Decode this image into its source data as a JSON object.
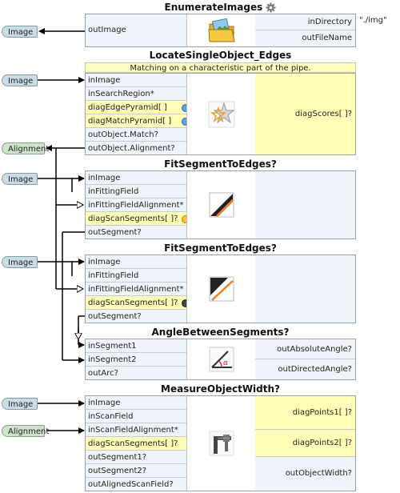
{
  "blocks": {
    "enumerate": {
      "title": "EnumerateImages",
      "inputs": [
        "outImage"
      ],
      "outputs": [
        "inDirectory",
        "outFileName"
      ],
      "literal": "\"./img\"",
      "icon": "folder-image-icon"
    },
    "locate": {
      "title": "LocateSingleObject_Edges",
      "comment": "Matching on a characteristic part of the pipe.",
      "inputs": [
        "inImage",
        "inSearchRegion*",
        "diagEdgePyramid[ ]",
        "diagMatchPyramid[ ]",
        "outObject.Match?",
        "outObject.Alignment?"
      ],
      "outputs": [
        "diagScores[ ]?"
      ],
      "icon": "star-match-icon"
    },
    "fit1": {
      "title": "FitSegmentToEdges?",
      "inputs": [
        "inImage",
        "inFittingField",
        "inFittingFieldAlignment*",
        "diagScanSegments[ ]?",
        "outSegment?"
      ],
      "icon": "fit-segment-icon"
    },
    "fit2": {
      "title": "FitSegmentToEdges?",
      "inputs": [
        "inImage",
        "inFittingField",
        "inFittingFieldAlignment*",
        "diagScanSegments[ ]?",
        "outSegment?"
      ],
      "icon": "fit-segment-icon"
    },
    "angle": {
      "title": "AngleBetweenSegments?",
      "inputs": [
        "inSegment1",
        "inSegment2",
        "outArc?"
      ],
      "outputs": [
        "outAbsoluteAngle?",
        "outDirectedAngle?"
      ],
      "icon": "angle-icon"
    },
    "measure": {
      "title": "MeasureObjectWidth?",
      "inputs": [
        "inImage",
        "inScanField",
        "inScanFieldAlignment*",
        "diagScanSegments[ ]?",
        "outSegment1?",
        "outSegment2?",
        "outAlignedScanField?"
      ],
      "outputs": [
        "diagPoints1[ ]?",
        "diagPoints2[ ]?",
        "outObjectWidth?"
      ],
      "icon": "caliper-icon"
    }
  },
  "tags": {
    "image": "Image",
    "alignment": "Alignment"
  },
  "colors": {
    "port_bg": "#eef4f9",
    "diag_bg": "#ffffb8",
    "image_tag": "#cadbe5",
    "alignment_tag": "#cfe3cc",
    "border": "#9aa2aa"
  }
}
